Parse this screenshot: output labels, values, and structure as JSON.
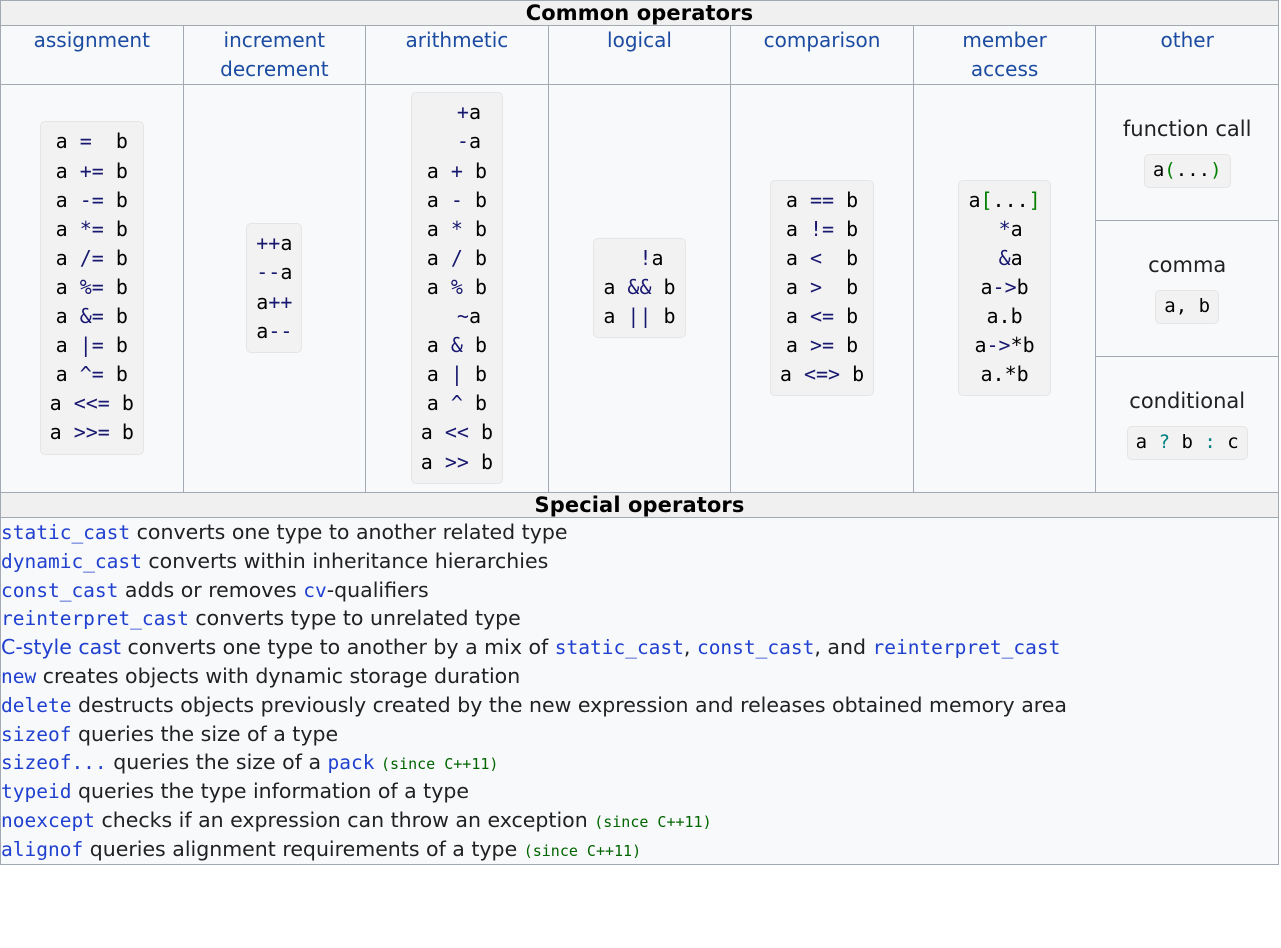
{
  "sections": {
    "common_title": "Common operators",
    "special_title": "Special operators"
  },
  "colors": {
    "link": "#1c4ca1",
    "keyword": "#2040d0",
    "operator": "#181870",
    "punctuation_green": "#008000",
    "ternary_teal": "#008080",
    "since_green": "#006400",
    "header_bg": "#f0f0f0",
    "cell_bg": "#f8f9fa",
    "border": "#a2a9b1",
    "codebox_bg": "#f2f2f2"
  },
  "columns": [
    {
      "id": "assignment",
      "label": "assignment"
    },
    {
      "id": "incdec",
      "label": "increment\ndecrement",
      "label_line1": "increment",
      "label_line2": "decrement"
    },
    {
      "id": "arithmetic",
      "label": "arithmetic"
    },
    {
      "id": "logical",
      "label": "logical"
    },
    {
      "id": "comparison",
      "label": "comparison"
    },
    {
      "id": "member_access",
      "label": "member\naccess",
      "label_line1": "member",
      "label_line2": "access"
    },
    {
      "id": "other",
      "label": "other"
    }
  ],
  "assignment_ops": [
    [
      {
        "t": "a ",
        "c": "plain"
      },
      {
        "t": "=",
        "c": "op"
      },
      {
        "t": "  b",
        "c": "plain"
      }
    ],
    [
      {
        "t": "a ",
        "c": "plain"
      },
      {
        "t": "+=",
        "c": "op"
      },
      {
        "t": " b",
        "c": "plain"
      }
    ],
    [
      {
        "t": "a ",
        "c": "plain"
      },
      {
        "t": "-=",
        "c": "op"
      },
      {
        "t": " b",
        "c": "plain"
      }
    ],
    [
      {
        "t": "a ",
        "c": "plain"
      },
      {
        "t": "*=",
        "c": "op"
      },
      {
        "t": " b",
        "c": "plain"
      }
    ],
    [
      {
        "t": "a ",
        "c": "plain"
      },
      {
        "t": "/=",
        "c": "op"
      },
      {
        "t": " b",
        "c": "plain"
      }
    ],
    [
      {
        "t": "a ",
        "c": "plain"
      },
      {
        "t": "%=",
        "c": "op"
      },
      {
        "t": " b",
        "c": "plain"
      }
    ],
    [
      {
        "t": "a ",
        "c": "plain"
      },
      {
        "t": "&=",
        "c": "op"
      },
      {
        "t": " b",
        "c": "plain"
      }
    ],
    [
      {
        "t": "a ",
        "c": "plain"
      },
      {
        "t": "|=",
        "c": "op"
      },
      {
        "t": " b",
        "c": "plain"
      }
    ],
    [
      {
        "t": "a ",
        "c": "plain"
      },
      {
        "t": "^=",
        "c": "op"
      },
      {
        "t": " b",
        "c": "plain"
      }
    ],
    [
      {
        "t": "a ",
        "c": "plain"
      },
      {
        "t": "<<=",
        "c": "op"
      },
      {
        "t": " b",
        "c": "plain"
      }
    ],
    [
      {
        "t": "a ",
        "c": "plain"
      },
      {
        "t": ">>=",
        "c": "op"
      },
      {
        "t": " b",
        "c": "plain"
      }
    ]
  ],
  "incdec_ops": [
    [
      {
        "t": "++",
        "c": "op"
      },
      {
        "t": "a",
        "c": "plain"
      }
    ],
    [
      {
        "t": "--",
        "c": "op"
      },
      {
        "t": "a",
        "c": "plain"
      }
    ],
    [
      {
        "t": "a",
        "c": "plain"
      },
      {
        "t": "++",
        "c": "op"
      }
    ],
    [
      {
        "t": "a",
        "c": "plain"
      },
      {
        "t": "--",
        "c": "op"
      }
    ]
  ],
  "arithmetic_ops": [
    [
      {
        "t": "  ",
        "c": "plain"
      },
      {
        "t": "+",
        "c": "op"
      },
      {
        "t": "a",
        "c": "plain"
      }
    ],
    [
      {
        "t": "  ",
        "c": "plain"
      },
      {
        "t": "-",
        "c": "op"
      },
      {
        "t": "a",
        "c": "plain"
      }
    ],
    [
      {
        "t": "a ",
        "c": "plain"
      },
      {
        "t": "+",
        "c": "op"
      },
      {
        "t": " b",
        "c": "plain"
      }
    ],
    [
      {
        "t": "a ",
        "c": "plain"
      },
      {
        "t": "-",
        "c": "op"
      },
      {
        "t": " b",
        "c": "plain"
      }
    ],
    [
      {
        "t": "a ",
        "c": "plain"
      },
      {
        "t": "*",
        "c": "op"
      },
      {
        "t": " b",
        "c": "plain"
      }
    ],
    [
      {
        "t": "a ",
        "c": "plain"
      },
      {
        "t": "/",
        "c": "op"
      },
      {
        "t": " b",
        "c": "plain"
      }
    ],
    [
      {
        "t": "a ",
        "c": "plain"
      },
      {
        "t": "%",
        "c": "op"
      },
      {
        "t": " b",
        "c": "plain"
      }
    ],
    [
      {
        "t": "  ",
        "c": "plain"
      },
      {
        "t": "~",
        "c": "op"
      },
      {
        "t": "a",
        "c": "plain"
      }
    ],
    [
      {
        "t": "a ",
        "c": "plain"
      },
      {
        "t": "&",
        "c": "op"
      },
      {
        "t": " b",
        "c": "plain"
      }
    ],
    [
      {
        "t": "a ",
        "c": "plain"
      },
      {
        "t": "|",
        "c": "op"
      },
      {
        "t": " b",
        "c": "plain"
      }
    ],
    [
      {
        "t": "a ",
        "c": "plain"
      },
      {
        "t": "^",
        "c": "op"
      },
      {
        "t": " b",
        "c": "plain"
      }
    ],
    [
      {
        "t": "a ",
        "c": "plain"
      },
      {
        "t": "<<",
        "c": "op"
      },
      {
        "t": " b",
        "c": "plain"
      }
    ],
    [
      {
        "t": "a ",
        "c": "plain"
      },
      {
        "t": ">>",
        "c": "op"
      },
      {
        "t": " b",
        "c": "plain"
      }
    ]
  ],
  "logical_ops": [
    [
      {
        "t": "  ",
        "c": "plain"
      },
      {
        "t": "!",
        "c": "op"
      },
      {
        "t": "a",
        "c": "plain"
      }
    ],
    [
      {
        "t": "a ",
        "c": "plain"
      },
      {
        "t": "&&",
        "c": "op"
      },
      {
        "t": " b",
        "c": "plain"
      }
    ],
    [
      {
        "t": "a ",
        "c": "plain"
      },
      {
        "t": "||",
        "c": "op"
      },
      {
        "t": " b",
        "c": "plain"
      }
    ]
  ],
  "comparison_ops": [
    [
      {
        "t": "a ",
        "c": "plain"
      },
      {
        "t": "==",
        "c": "op"
      },
      {
        "t": " b",
        "c": "plain"
      }
    ],
    [
      {
        "t": "a ",
        "c": "plain"
      },
      {
        "t": "!=",
        "c": "op"
      },
      {
        "t": " b",
        "c": "plain"
      }
    ],
    [
      {
        "t": "a ",
        "c": "plain"
      },
      {
        "t": "<",
        "c": "op"
      },
      {
        "t": "  b",
        "c": "plain"
      }
    ],
    [
      {
        "t": "a ",
        "c": "plain"
      },
      {
        "t": ">",
        "c": "op"
      },
      {
        "t": "  b",
        "c": "plain"
      }
    ],
    [
      {
        "t": "a ",
        "c": "plain"
      },
      {
        "t": "<=",
        "c": "op"
      },
      {
        "t": " b",
        "c": "plain"
      }
    ],
    [
      {
        "t": "a ",
        "c": "plain"
      },
      {
        "t": ">=",
        "c": "op"
      },
      {
        "t": " b",
        "c": "plain"
      }
    ],
    [
      {
        "t": "a ",
        "c": "plain"
      },
      {
        "t": "<=>",
        "c": "op"
      },
      {
        "t": " b",
        "c": "plain"
      }
    ]
  ],
  "member_access_ops": [
    [
      {
        "t": "a",
        "c": "plain"
      },
      {
        "t": "[",
        "c": "punc"
      },
      {
        "t": "...",
        "c": "plain"
      },
      {
        "t": "]",
        "c": "punc"
      }
    ],
    [
      {
        "t": " ",
        "c": "plain"
      },
      {
        "t": "*",
        "c": "op"
      },
      {
        "t": "a",
        "c": "plain"
      }
    ],
    [
      {
        "t": " ",
        "c": "plain"
      },
      {
        "t": "&",
        "c": "op"
      },
      {
        "t": "a",
        "c": "plain"
      }
    ],
    [
      {
        "t": "a",
        "c": "plain"
      },
      {
        "t": "->",
        "c": "op"
      },
      {
        "t": "b",
        "c": "plain"
      }
    ],
    [
      {
        "t": "a.b",
        "c": "plain"
      }
    ],
    [
      {
        "t": "a",
        "c": "plain"
      },
      {
        "t": "->",
        "c": "op"
      },
      {
        "t": "*b",
        "c": "plain"
      }
    ],
    [
      {
        "t": "a.*b",
        "c": "plain"
      }
    ]
  ],
  "other_items": [
    {
      "label": "function call",
      "code": [
        {
          "t": "a",
          "c": "plain"
        },
        {
          "t": "(",
          "c": "punc"
        },
        {
          "t": "...",
          "c": "plain"
        },
        {
          "t": ")",
          "c": "punc"
        }
      ]
    },
    {
      "label": "comma",
      "code": [
        {
          "t": "a, b",
          "c": "plain"
        }
      ]
    },
    {
      "label": "conditional",
      "code": [
        {
          "t": "a ",
          "c": "plain"
        },
        {
          "t": "?",
          "c": "tern"
        },
        {
          "t": " b ",
          "c": "plain"
        },
        {
          "t": ":",
          "c": "tern"
        },
        {
          "t": " c",
          "c": "plain"
        }
      ]
    }
  ],
  "special_operators": [
    {
      "parts": [
        {
          "t": "static_cast",
          "c": "kw"
        },
        {
          "t": " converts one type to another related type",
          "c": "plain"
        }
      ]
    },
    {
      "parts": [
        {
          "t": "dynamic_cast",
          "c": "kw"
        },
        {
          "t": " converts within inheritance hierarchies",
          "c": "plain"
        }
      ]
    },
    {
      "parts": [
        {
          "t": "const_cast",
          "c": "kw"
        },
        {
          "t": " adds or removes ",
          "c": "plain"
        },
        {
          "t": "cv",
          "c": "kw"
        },
        {
          "t": "-qualifiers",
          "c": "plain"
        }
      ]
    },
    {
      "parts": [
        {
          "t": "reinterpret_cast",
          "c": "kw"
        },
        {
          "t": " converts type to unrelated type",
          "c": "plain"
        }
      ]
    },
    {
      "parts": [
        {
          "t": "C-style cast",
          "c": "kw-prop"
        },
        {
          "t": " converts one type to another by a mix of ",
          "c": "plain"
        },
        {
          "t": "static_cast",
          "c": "kw"
        },
        {
          "t": ", ",
          "c": "plain"
        },
        {
          "t": "const_cast",
          "c": "kw"
        },
        {
          "t": ", and ",
          "c": "plain"
        },
        {
          "t": "reinterpret_cast",
          "c": "kw"
        }
      ]
    },
    {
      "parts": [
        {
          "t": "new",
          "c": "kw"
        },
        {
          "t": " creates objects with dynamic storage duration",
          "c": "plain"
        }
      ]
    },
    {
      "parts": [
        {
          "t": "delete",
          "c": "kw"
        },
        {
          "t": " destructs objects previously created by the new expression and releases obtained memory area",
          "c": "plain"
        }
      ]
    },
    {
      "parts": [
        {
          "t": "sizeof",
          "c": "kw"
        },
        {
          "t": " queries the size of a type",
          "c": "plain"
        }
      ]
    },
    {
      "parts": [
        {
          "t": "sizeof...",
          "c": "kw"
        },
        {
          "t": " queries the size of a ",
          "c": "plain"
        },
        {
          "t": "pack",
          "c": "kw"
        },
        {
          "t": " ",
          "c": "plain"
        },
        {
          "t": "(since C++11)",
          "c": "since"
        }
      ]
    },
    {
      "parts": [
        {
          "t": "typeid",
          "c": "kw"
        },
        {
          "t": " queries the type information of a type",
          "c": "plain"
        }
      ]
    },
    {
      "parts": [
        {
          "t": "noexcept",
          "c": "kw"
        },
        {
          "t": " checks if an expression can throw an exception ",
          "c": "plain"
        },
        {
          "t": "(since C++11)",
          "c": "since"
        }
      ]
    },
    {
      "parts": [
        {
          "t": "alignof",
          "c": "kw"
        },
        {
          "t": " queries alignment requirements of a type ",
          "c": "plain"
        },
        {
          "t": "(since C++11)",
          "c": "since"
        }
      ]
    }
  ]
}
